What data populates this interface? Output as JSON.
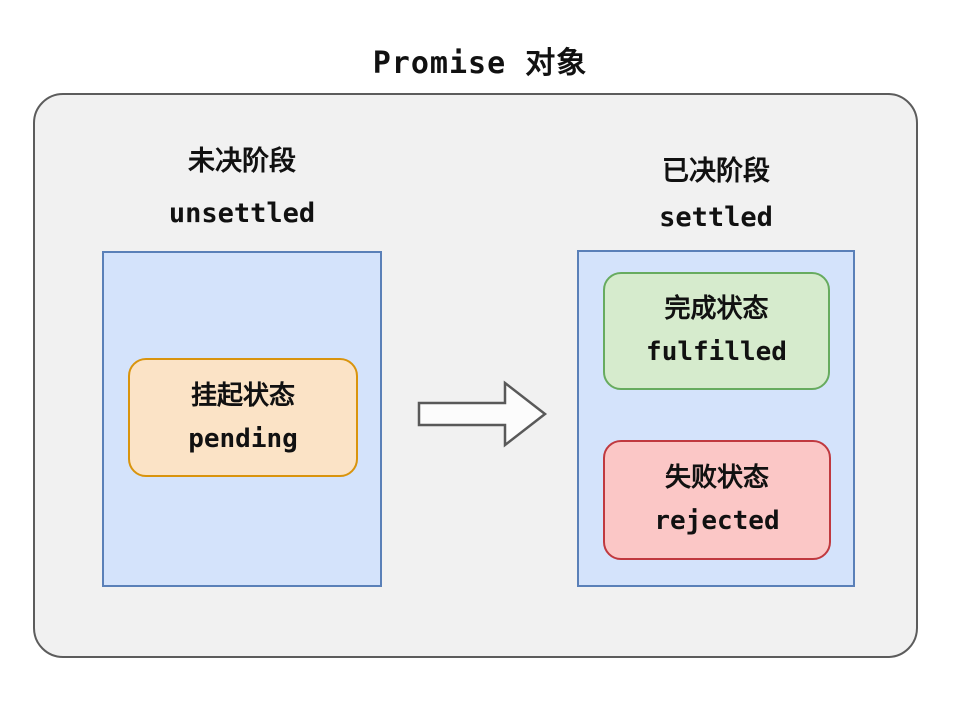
{
  "title": "Promise 对象",
  "diagram": {
    "left": {
      "phase_zh": "未决阶段",
      "phase_en": "unsettled",
      "states": [
        {
          "zh": "挂起状态",
          "en": "pending"
        }
      ]
    },
    "right": {
      "phase_zh": "已决阶段",
      "phase_en": "settled",
      "states": [
        {
          "zh": "完成状态",
          "en": "fulfilled"
        },
        {
          "zh": "失败状态",
          "en": "rejected"
        }
      ]
    },
    "arrow": "left-to-right transition"
  },
  "colors": {
    "container-bg": "#f1f1f1",
    "container-border": "#5c5c5c",
    "phase-box-bg": "#d4e3fb",
    "phase-box-border": "#5a80b8",
    "pending-bg": "#fbe3c6",
    "pending-border": "#d9940d",
    "fulfilled-bg": "#d6ebcd",
    "fulfilled-border": "#67ab5f",
    "rejected-bg": "#fbc7c6",
    "rejected-border": "#c0393f",
    "arrow-fill": "#fcfcfc",
    "arrow-stroke": "#595959",
    "text-color": "#111111"
  }
}
